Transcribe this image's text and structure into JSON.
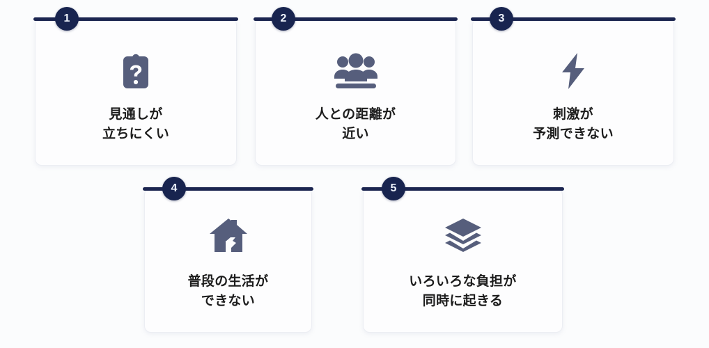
{
  "theme": {
    "background": "#fbfcfd",
    "card_background": "#fdfdfe",
    "accent_navy": "#1b2550",
    "badge_background": "#18244f",
    "badge_text": "#eef3fb",
    "icon_color": "#565e7c",
    "label_color": "#1c1c1c",
    "card_border": "#eceef3"
  },
  "cards": [
    {
      "number": "1",
      "icon": "clipboard-question-icon",
      "label": "見通しが\n立ちにくい",
      "line1": "見通しが",
      "line2": "立ちにくい"
    },
    {
      "number": "2",
      "icon": "users-group-icon",
      "label": "人との距離が\n近い",
      "line1": "人との距離が",
      "line2": "近い"
    },
    {
      "number": "3",
      "icon": "lightning-bolt-icon",
      "label": "刺激が\n予測できない",
      "line1": "刺激が",
      "line2": "予測できない"
    },
    {
      "number": "4",
      "icon": "house-icon",
      "label": "普段の生活が\nできない",
      "line1": "普段の生活が",
      "line2": "できない"
    },
    {
      "number": "5",
      "icon": "layers-stack-icon",
      "label": "いろいろな負担が\n同時に起きる",
      "line1": "いろいろな負担が",
      "line2": "同時に起きる"
    }
  ]
}
